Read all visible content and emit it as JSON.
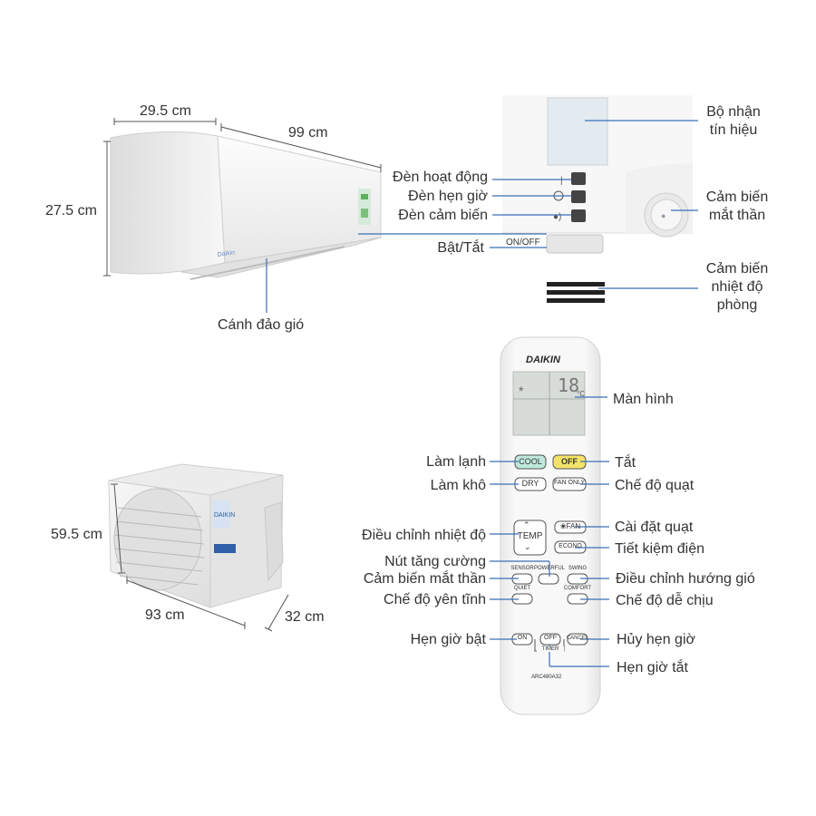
{
  "indoor_unit": {
    "depth": "29.5 cm",
    "width": "99 cm",
    "height": "27.5 cm",
    "vane_label": "Cánh đảo gió"
  },
  "panel": {
    "signal_receiver": [
      "Bộ nhận",
      "tín hiệu"
    ],
    "operation_lamp": "Đèn hoạt động",
    "timer_lamp": "Đèn hẹn giờ",
    "sensor_lamp": "Đèn cảm biến",
    "on_off": "Bật/Tắt",
    "on_off_button": "ON/OFF",
    "eye_sensor": [
      "Cảm biến",
      "mắt thần"
    ],
    "room_temp_sensor": [
      "Cảm biến",
      "nhiệt độ",
      "phòng"
    ]
  },
  "outdoor_unit": {
    "height": "59.5 cm",
    "width": "93 cm",
    "depth": "32 cm"
  },
  "remote": {
    "brand": "DAIKIN",
    "model": "ARC480A32",
    "display_temp": "18",
    "display_unit": "°C",
    "buttons": {
      "cool": "COOL",
      "off": "OFF",
      "dry": "DRY",
      "fan_only": "FAN ONLY",
      "temp": "TEMP",
      "fan": "FAN",
      "econo": "ECONO",
      "sensor": "SENSOR",
      "powerful": "POWERFUL",
      "swing": "SWING",
      "quiet": "QUIET",
      "comfort": "COMFORT",
      "on": "ON",
      "timer_off": "OFF",
      "cancel": "CANCEL",
      "timer": "TIMER"
    },
    "labels": {
      "display": "Màn hình",
      "cool": "Làm lạnh",
      "off": "Tắt",
      "dry": "Làm khô",
      "fan_only": "Chế độ quạt",
      "temp": "Điều chỉnh nhiệt độ",
      "fan": "Cài đặt quạt",
      "econo": "Tiết kiệm điện",
      "powerful": "Nút tăng cường",
      "sensor": "Cảm biến mắt thần",
      "swing": "Điều chỉnh hướng gió",
      "quiet": "Chế độ yên tĩnh",
      "comfort": "Chế độ dễ chịu",
      "timer_on": "Hẹn giờ bật",
      "cancel": "Hủy hẹn giờ",
      "timer_off": "Hẹn giờ tắt"
    }
  },
  "colors": {
    "leader": "#3a6fb8",
    "cool_button": "#bfe8dc",
    "off_button": "#f3e36a",
    "unit_white": "#f4f4f4",
    "display_bg": "#d8dcd8"
  }
}
